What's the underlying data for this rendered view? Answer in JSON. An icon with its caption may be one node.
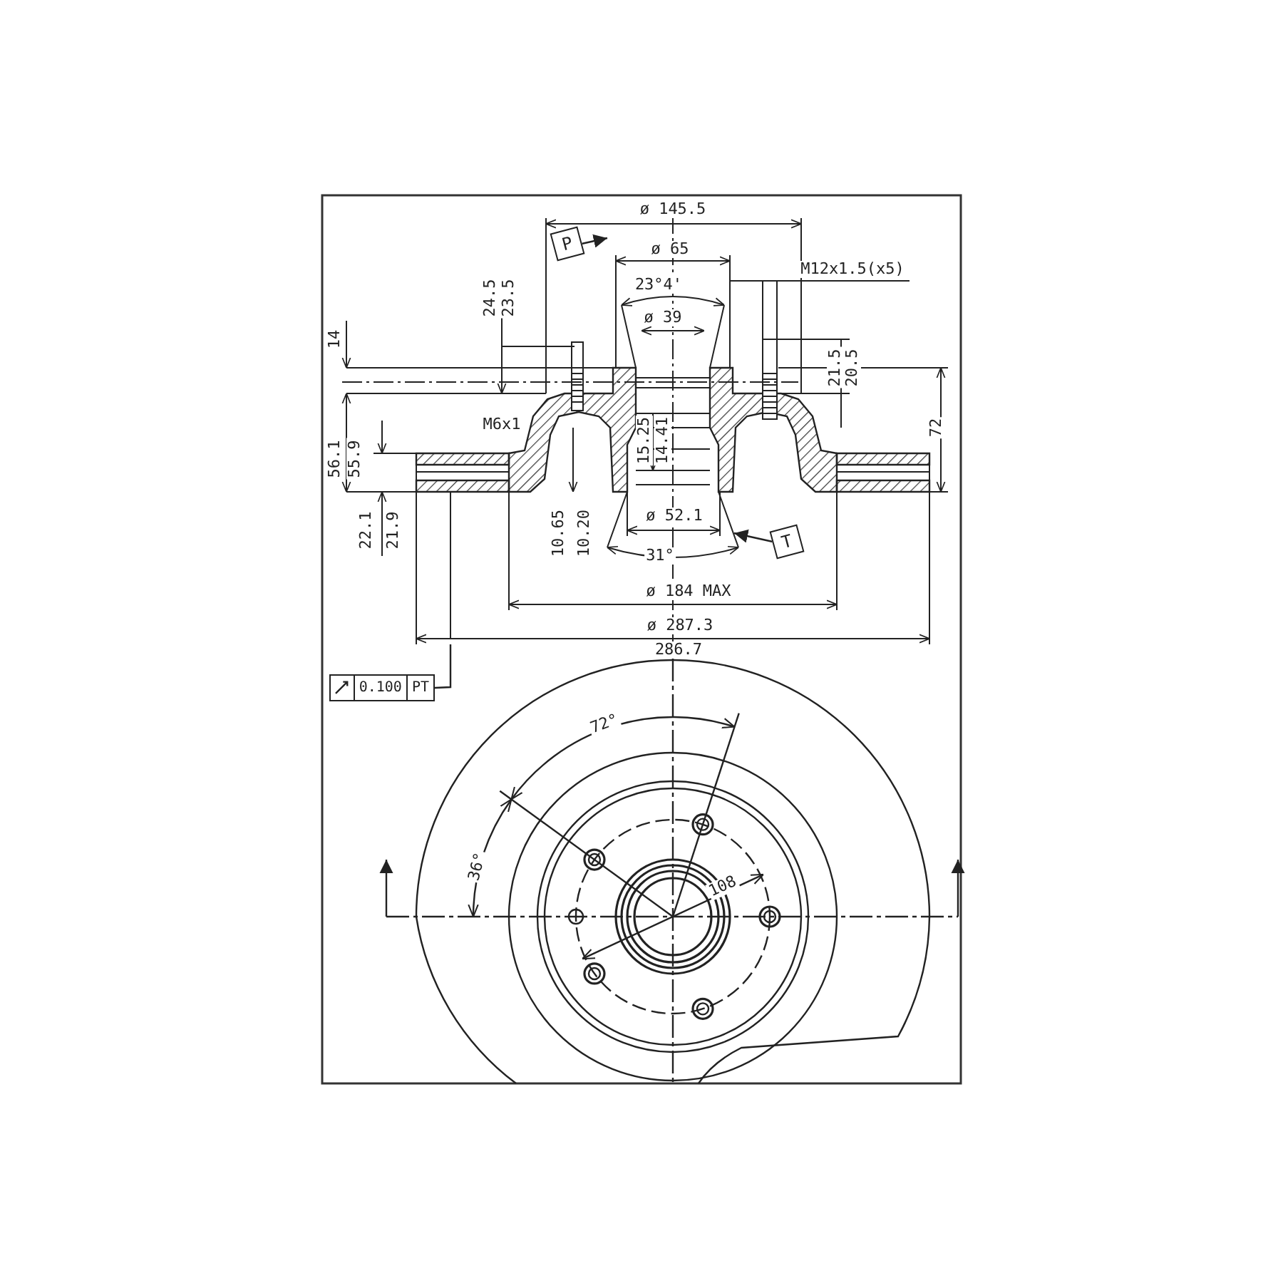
{
  "diagram": {
    "nodes": [
      {
        "text": [
          "P"
        ]
      },
      {
        "text": [
          "T"
        ]
      },
      {
        "text": [
          "0.100",
          "PT"
        ]
      }
    ],
    "edges": [
      {
        "from": 0,
        "to": null,
        "arrow": "to"
      },
      {
        "from": 1,
        "to": null,
        "arrow": "to"
      },
      {
        "from": 2,
        "to": null,
        "arrow": "none"
      }
    ],
    "labels": [
      "ø 145.5",
      "ø 65",
      "M12x1.5(x5)",
      "23°4'",
      "24.5",
      "23.5",
      "ø 39",
      "14",
      "21.5",
      "20.5",
      "M6x1",
      "15.25",
      "14.41",
      "72",
      "56.1",
      "55.9",
      "22.1",
      "21.9",
      "10.65",
      "10.20",
      "ø 52.1",
      "31°",
      "ø 184 MAX",
      "ø 287.3",
      "286.7",
      "72°",
      "36°",
      "108"
    ]
  }
}
